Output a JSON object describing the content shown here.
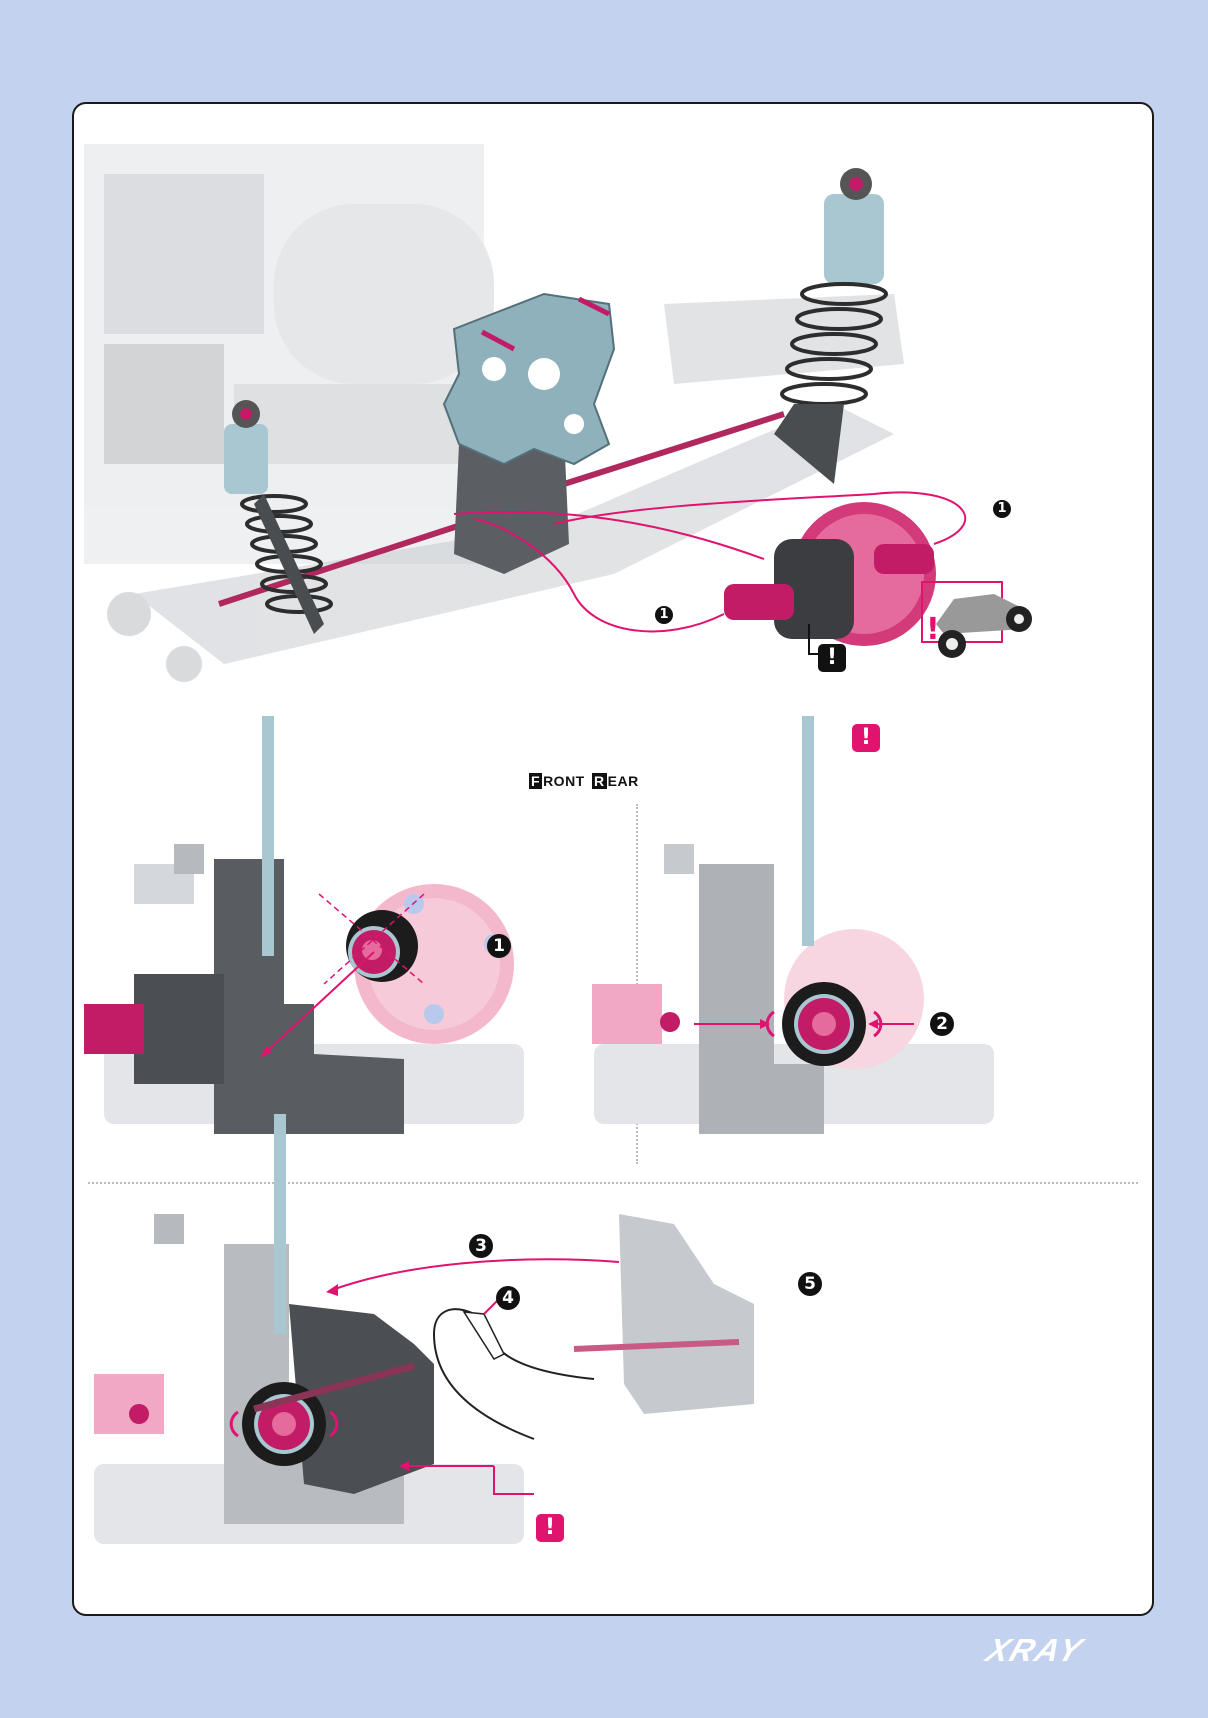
{
  "legend": {
    "front_initial": "F",
    "front_rest": "RONT",
    "rear_initial": "R",
    "rear_rest": "EAR"
  },
  "steps": {
    "s1": "1",
    "s2": "2",
    "s3": "3",
    "s4": "4",
    "s5": "5"
  },
  "warning_symbol": "!",
  "brand": {
    "logo_text": "XRAY"
  },
  "colors": {
    "background": "#c3d2ee",
    "accent": "#e0136f",
    "part_metal": "#555555",
    "part_light": "#d9dde3",
    "shock_blue": "#a9c7d1"
  },
  "icons": [
    "warning-icon",
    "step-number-icon",
    "car-thumbnail-icon"
  ]
}
